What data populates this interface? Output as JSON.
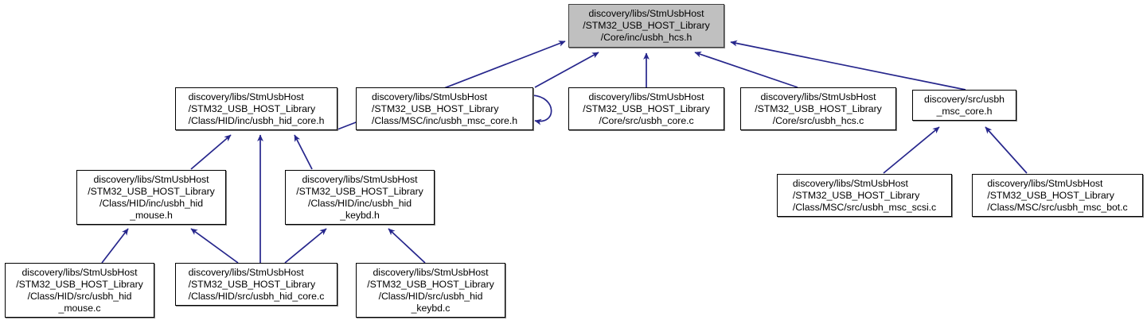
{
  "graph": {
    "title": "discovery/libs/StmUsbHost/STM32_USB_HOST_Library/Core/inc/usbh_hcs.h include dependency graph",
    "edge_color": "#26268c",
    "root_fill": "#c0c0c0",
    "node_fill": "#ffffff",
    "border_color": "#000000",
    "text_color": "#000000",
    "nodes": [
      {
        "id": "usbh_hcs_h",
        "label": "discovery/libs/StmUsbHost\n/STM32_USB_HOST_Library\n/Core/inc/usbh_hcs.h",
        "align": "center"
      },
      {
        "id": "usbh_hid_core_h",
        "label": "discovery/libs/StmUsbHost\n/STM32_USB_HOST_Library\n/Class/HID/inc/usbh_hid_core.h",
        "align": "left"
      },
      {
        "id": "usbh_msc_core_h",
        "label": "discovery/libs/StmUsbHost\n/STM32_USB_HOST_Library\n/Class/MSC/inc/usbh_msc_core.h",
        "align": "left"
      },
      {
        "id": "usbh_core_c",
        "label": "discovery/libs/StmUsbHost\n/STM32_USB_HOST_Library\n/Core/src/usbh_core.c",
        "align": "center"
      },
      {
        "id": "usbh_hcs_c",
        "label": "discovery/libs/StmUsbHost\n/STM32_USB_HOST_Library\n/Core/src/usbh_hcs.c",
        "align": "center"
      },
      {
        "id": "discovery_usbh_msc_core_h",
        "label": "discovery/src/usbh\n_msc_core.h",
        "align": "center"
      },
      {
        "id": "usbh_hid_mouse_h",
        "label": "discovery/libs/StmUsbHost\n/STM32_USB_HOST_Library\n/Class/HID/inc/usbh_hid\n_mouse.h",
        "align": "center"
      },
      {
        "id": "usbh_hid_keybd_h",
        "label": "discovery/libs/StmUsbHost\n/STM32_USB_HOST_Library\n/Class/HID/inc/usbh_hid\n_keybd.h",
        "align": "center"
      },
      {
        "id": "usbh_msc_scsi_c",
        "label": "discovery/libs/StmUsbHost\n/STM32_USB_HOST_Library\n/Class/MSC/src/usbh_msc_scsi.c",
        "align": "left"
      },
      {
        "id": "usbh_msc_bot_c",
        "label": "discovery/libs/StmUsbHost\n/STM32_USB_HOST_Library\n/Class/MSC/src/usbh_msc_bot.c",
        "align": "left"
      },
      {
        "id": "usbh_hid_mouse_c",
        "label": "discovery/libs/StmUsbHost\n/STM32_USB_HOST_Library\n/Class/HID/src/usbh_hid\n_mouse.c",
        "align": "center"
      },
      {
        "id": "usbh_hid_core_c",
        "label": "discovery/libs/StmUsbHost\n/STM32_USB_HOST_Library\n/Class/HID/src/usbh_hid_core.c",
        "align": "left"
      },
      {
        "id": "usbh_hid_keybd_c",
        "label": "discovery/libs/StmUsbHost\n/STM32_USB_HOST_Library\n/Class/HID/src/usbh_hid\n_keybd.c",
        "align": "center"
      }
    ],
    "edges": [
      {
        "from": "usbh_hid_core_h",
        "to": "usbh_hcs_h"
      },
      {
        "from": "usbh_msc_core_h",
        "to": "usbh_hcs_h"
      },
      {
        "from": "usbh_core_c",
        "to": "usbh_hcs_h"
      },
      {
        "from": "usbh_hcs_c",
        "to": "usbh_hcs_h"
      },
      {
        "from": "discovery_usbh_msc_core_h",
        "to": "usbh_hcs_h"
      },
      {
        "from": "usbh_msc_core_h",
        "to": "usbh_msc_core_h"
      },
      {
        "from": "usbh_hid_mouse_h",
        "to": "usbh_hid_core_h"
      },
      {
        "from": "usbh_hid_keybd_h",
        "to": "usbh_hid_core_h"
      },
      {
        "from": "usbh_hid_core_c",
        "to": "usbh_hid_core_h"
      },
      {
        "from": "usbh_hid_mouse_c",
        "to": "usbh_hid_mouse_h"
      },
      {
        "from": "usbh_hid_core_c",
        "to": "usbh_hid_mouse_h"
      },
      {
        "from": "usbh_hid_core_c",
        "to": "usbh_hid_keybd_h"
      },
      {
        "from": "usbh_hid_keybd_c",
        "to": "usbh_hid_keybd_h"
      },
      {
        "from": "usbh_msc_scsi_c",
        "to": "discovery_usbh_msc_core_h"
      },
      {
        "from": "usbh_msc_bot_c",
        "to": "discovery_usbh_msc_core_h"
      }
    ]
  }
}
